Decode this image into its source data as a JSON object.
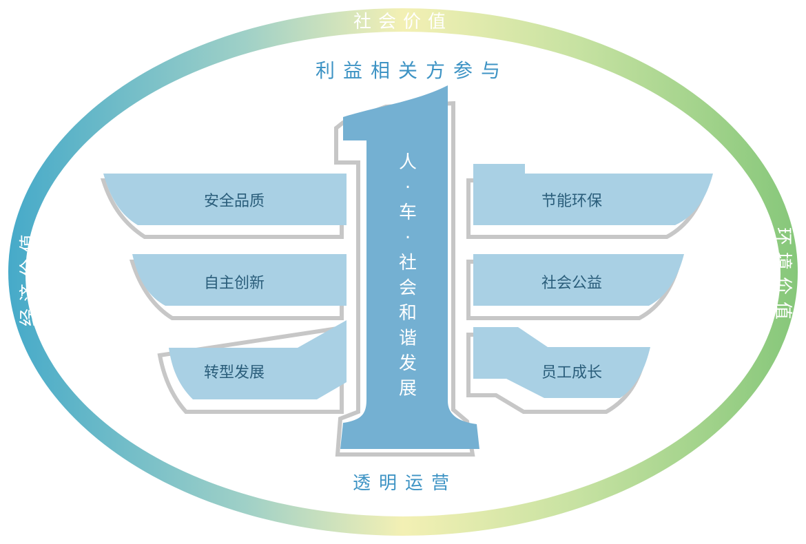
{
  "ring": {
    "top": "社会价值",
    "left": "经济价值",
    "right": "环境价值"
  },
  "inner_top": "利益相关方参与",
  "inner_bottom": "透明运营",
  "center": {
    "glyph": "1",
    "lines": [
      "人",
      "·",
      "车",
      "·",
      "社",
      "会",
      "和",
      "谐",
      "发",
      "展"
    ]
  },
  "left_wings": [
    "安全品质",
    "自主创新",
    "转型发展"
  ],
  "right_wings": [
    "节能环保",
    "社会公益",
    "员工成长"
  ],
  "colors": {
    "ring_teal": "#4fb0c8",
    "ring_yellow": "#f2f0b6",
    "ring_green": "#8cc97d",
    "wing_fill": "#a8cfe3",
    "wing_shadow": "#c9c9c9",
    "one_fill": "#72afd1",
    "text_blue": "#3d93c4",
    "text_dark": "#2a5d7a"
  }
}
